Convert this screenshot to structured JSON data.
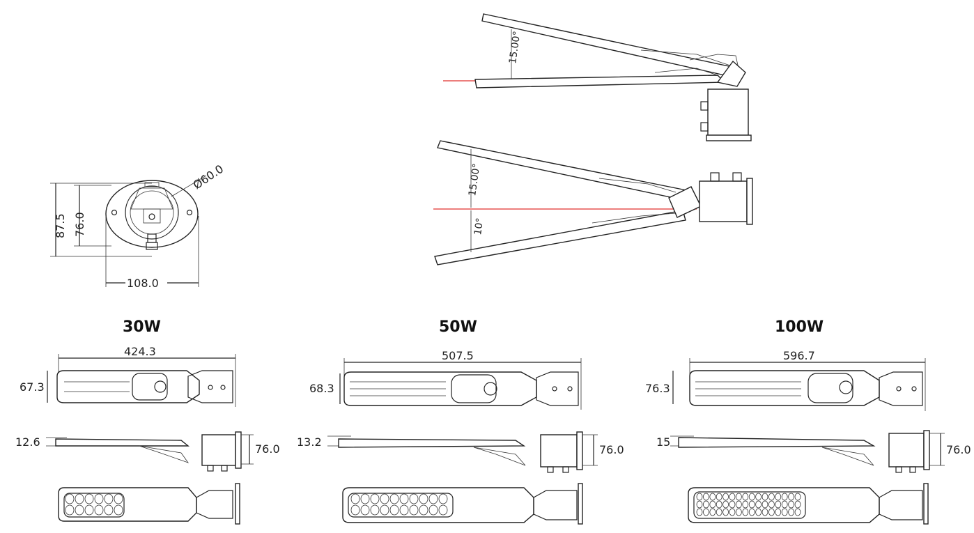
{
  "titles": {
    "w30": "30W",
    "w50": "50W",
    "w100": "100W"
  },
  "mount": {
    "diameter": "Ø60.0",
    "height_outer": "87.5",
    "height_inner": "76.0",
    "width": "108.0"
  },
  "tilt": {
    "angle_top": "15.00°",
    "angle_bottom_up": "15.00°",
    "angle_bottom_down": "10°"
  },
  "w30": {
    "length": "424.3",
    "width": "67.3",
    "thickness": "12.6",
    "bracket": "76.0"
  },
  "w50": {
    "length": "507.5",
    "width": "68.3",
    "thickness": "13.2",
    "bracket": "76.0"
  },
  "w100": {
    "length": "596.7",
    "width": "76.3",
    "thickness": "15",
    "bracket": "76.0"
  }
}
